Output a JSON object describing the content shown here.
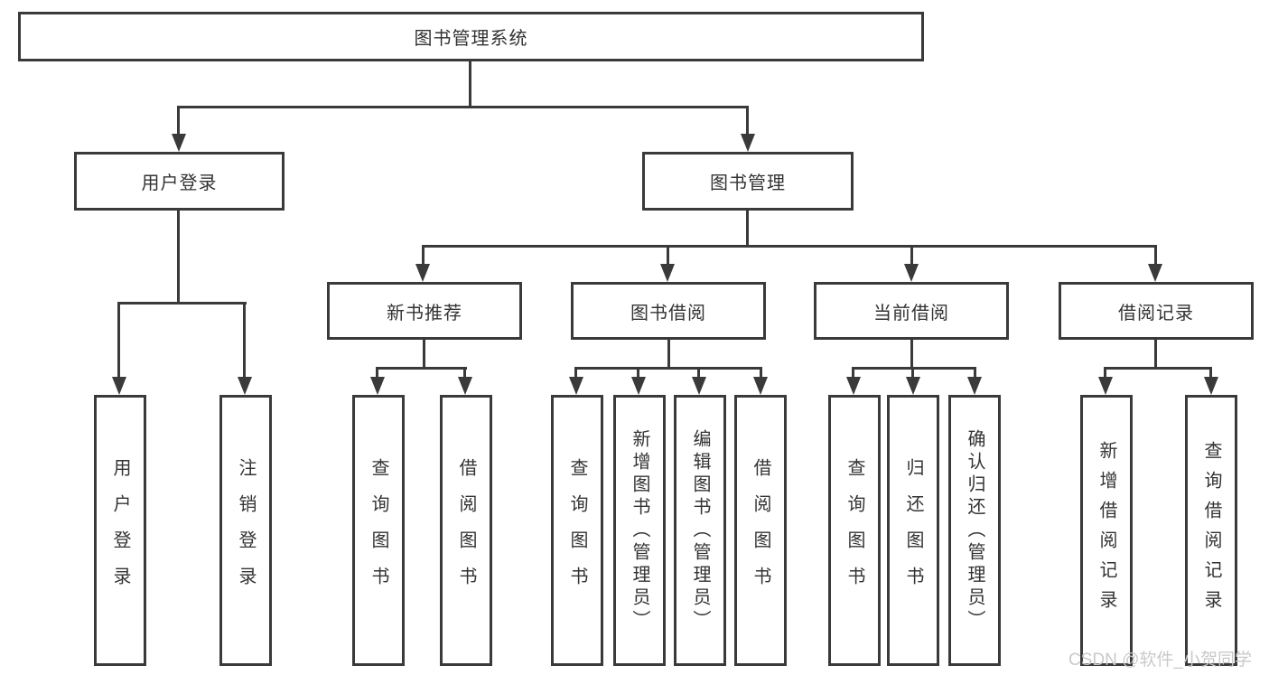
{
  "diagram_title": "图书管理系统",
  "tree": {
    "root": "图书管理系统",
    "level2": [
      "用户登录",
      "图书管理"
    ],
    "level3": [
      "新书推荐",
      "图书借阅",
      "当前借阅",
      "借阅记录"
    ],
    "leaves": {
      "user": [
        "用户登录",
        "注销登录"
      ],
      "newbook": [
        "查询图书",
        "借阅图书"
      ],
      "borrow": [
        "查询图书",
        "新增图书（管理员）",
        "编辑图书（管理员）",
        "借阅图书"
      ],
      "current": [
        "查询图书",
        "归还图书",
        "确认归还（管理员）"
      ],
      "record": [
        "新增借阅记录",
        "查询借阅记录"
      ]
    }
  },
  "watermark": "CSDN @软件_小贺同学",
  "colors": {
    "line": "#3a3a3a",
    "text": "#333333",
    "watermark": "#c9c9c9",
    "background": "#ffffff"
  }
}
